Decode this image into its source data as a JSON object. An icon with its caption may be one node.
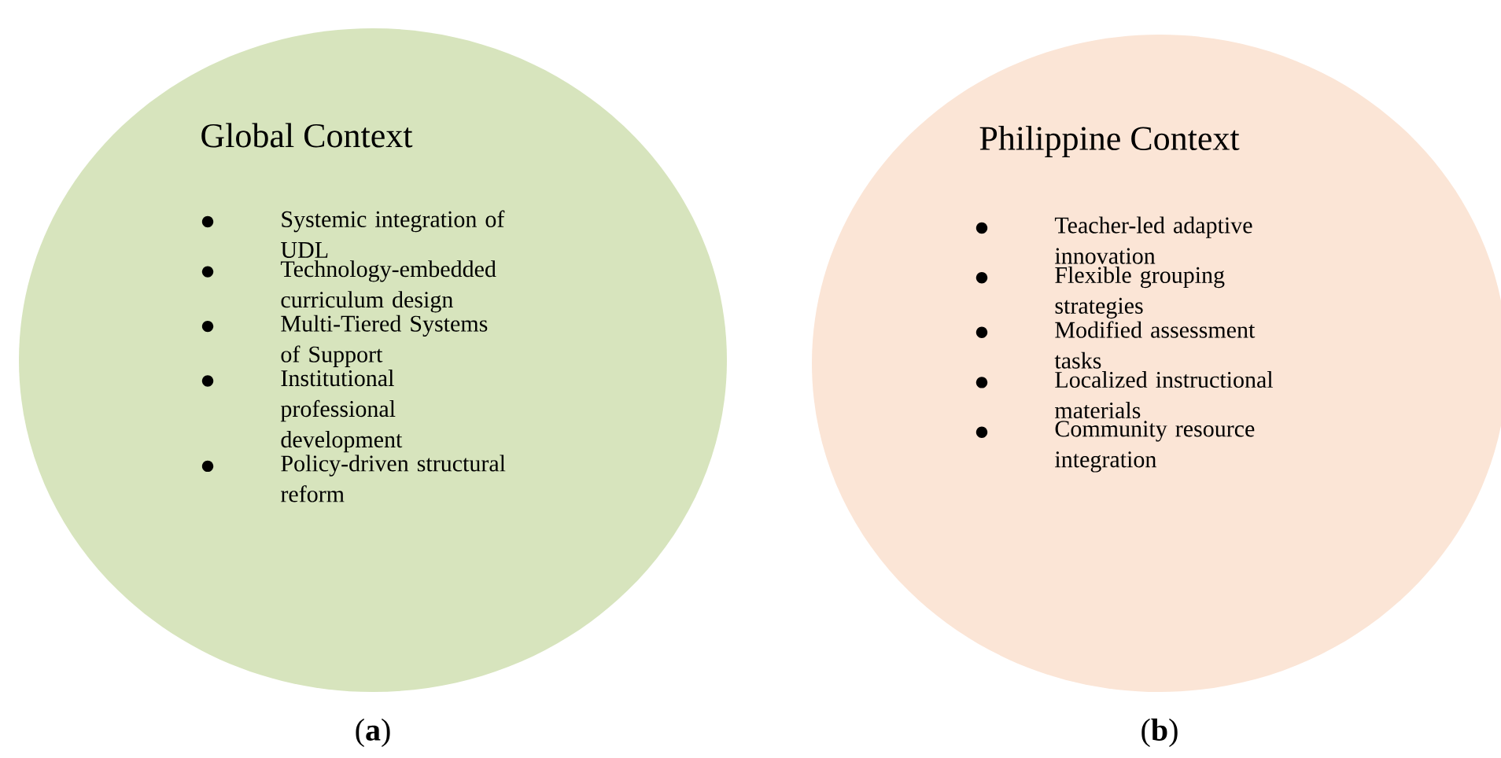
{
  "diagram": {
    "nodes": [
      {
        "text": [
          "Global Context",
          "Systemic integration of UDL",
          "Technology-embedded curriculum design",
          "Multi-Tiered Systems of Support",
          "Institutional professional development",
          "Policy-driven structural reform"
        ],
        "beside": [
          "(**a**)"
        ]
      },
      {
        "text": [
          "Philippine Context",
          "Teacher-led adaptive innovation",
          "Flexible grouping strategies",
          "Modified assessment tasks",
          "Localized instructional materials",
          "Community resource integration"
        ],
        "beside": [
          "(**b**)"
        ]
      }
    ],
    "edges": []
  }
}
